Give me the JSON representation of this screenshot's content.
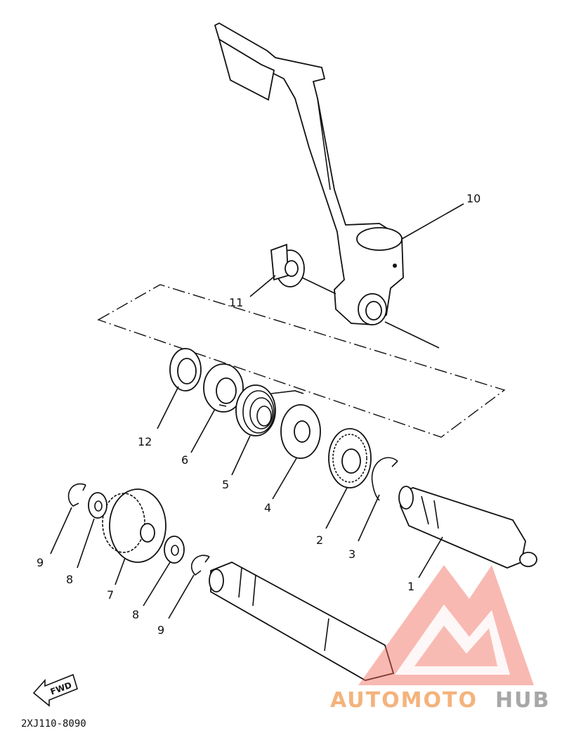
{
  "parts": {
    "p1": "1",
    "p2": "2",
    "p3": "3",
    "p4": "4",
    "p5": "5",
    "p6": "6",
    "p7": "7",
    "p8a": "8",
    "p8b": "8",
    "p9a": "9",
    "p9b": "9",
    "p10": "10",
    "p11": "11",
    "p12": "12"
  },
  "fwd_label": "FWD",
  "diagram_code": "2XJ110-8090",
  "watermark": {
    "brand_part1": "AUTOMOTO",
    "brand_part2": "HUB",
    "color_primary": "#f06a5a",
    "color_secondary": "#a7a7a7"
  }
}
